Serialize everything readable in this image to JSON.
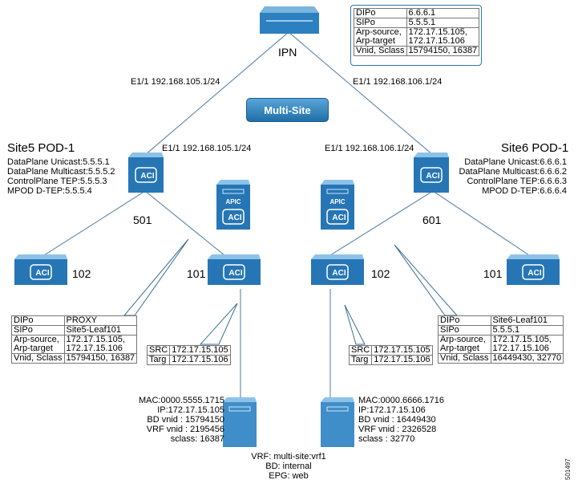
{
  "ipn": {
    "label": "IPN",
    "table": [
      [
        "DIPo",
        "6.6.6.1"
      ],
      [
        "SIPo",
        "5.5.5.1"
      ],
      [
        "Arp-source,\nArp-target",
        "172.17.15.105,\n172.17.15.106"
      ],
      [
        "Vnid, Sclass",
        "15794150, 16387"
      ]
    ]
  },
  "links": {
    "left_ipn": "E1/1 192.168.105.1/24",
    "right_ipn": "E1/1 192.168.106.1/24",
    "left_apic": "E1/1 192.168.105.1/24",
    "right_apic": "E1/1 192.168.106.1/24"
  },
  "multisite": "Multi-Site",
  "site5": {
    "title": "Site5 POD-1",
    "lines": [
      "DataPlane Unicast:5.5.5.1",
      "DataPlane Multicast:5.5.5.2",
      "ControlPlane TEP:5.5.5.3",
      "MPOD D-TEP:5.5.5.4"
    ],
    "spine": "501",
    "leaf_a": "102",
    "leaf_b": "101",
    "table": [
      [
        "DIPo",
        "PROXY"
      ],
      [
        "SIPo",
        "Site5-Leaf101"
      ],
      [
        "Arp-source,\nArp-target",
        "172.17.15.105,\n172.17.15.106"
      ],
      [
        "Vnid, Sclass",
        "15794150, 16387"
      ]
    ],
    "src_targ": [
      [
        "SRC",
        "172.17.15.105"
      ],
      [
        "Targ",
        "172.17.15.106"
      ]
    ]
  },
  "site6": {
    "title": "Site6 POD-1",
    "lines": [
      "DataPlane Unicast:6.6.6.1",
      "DataPlane Multicast:6.6.6.2",
      "ControlPlane TEP:6.6.6.3",
      "MPOD D-TEP:6.6.6.4"
    ],
    "spine": "601",
    "leaf_a": "102",
    "leaf_b": "101",
    "table": [
      [
        "DIPo",
        "Site6-Leaf101"
      ],
      [
        "SIPo",
        "5.5.5.1"
      ],
      [
        "Arp-source,\nArp-target",
        "172.17.15.105,\n172.17.15.106"
      ],
      [
        "Vnid, Sclass",
        "16449430, 32770"
      ]
    ],
    "src_targ": [
      [
        "SRC",
        "172.17.15.105"
      ],
      [
        "Targ",
        "172.17.15.106"
      ]
    ]
  },
  "device_text": {
    "aci": "ACI",
    "apic": "APIC"
  },
  "host_left": [
    "MAC:0000.5555.1715",
    "IP:172.17.15.105",
    "BD vnid : 15794150",
    "VRF vnid : 2195456",
    "sclass: 16387"
  ],
  "host_right": [
    "MAC:0000.6666.1716",
    "IP:172.17.15.106",
    "BD vnid : 16449430",
    "VRF vnid : 2326528",
    "sclass : 32770"
  ],
  "vrf": [
    "VRF: multi-site:vrf1",
    "BD: internal",
    "EPG: web"
  ],
  "figure_id": "501497"
}
